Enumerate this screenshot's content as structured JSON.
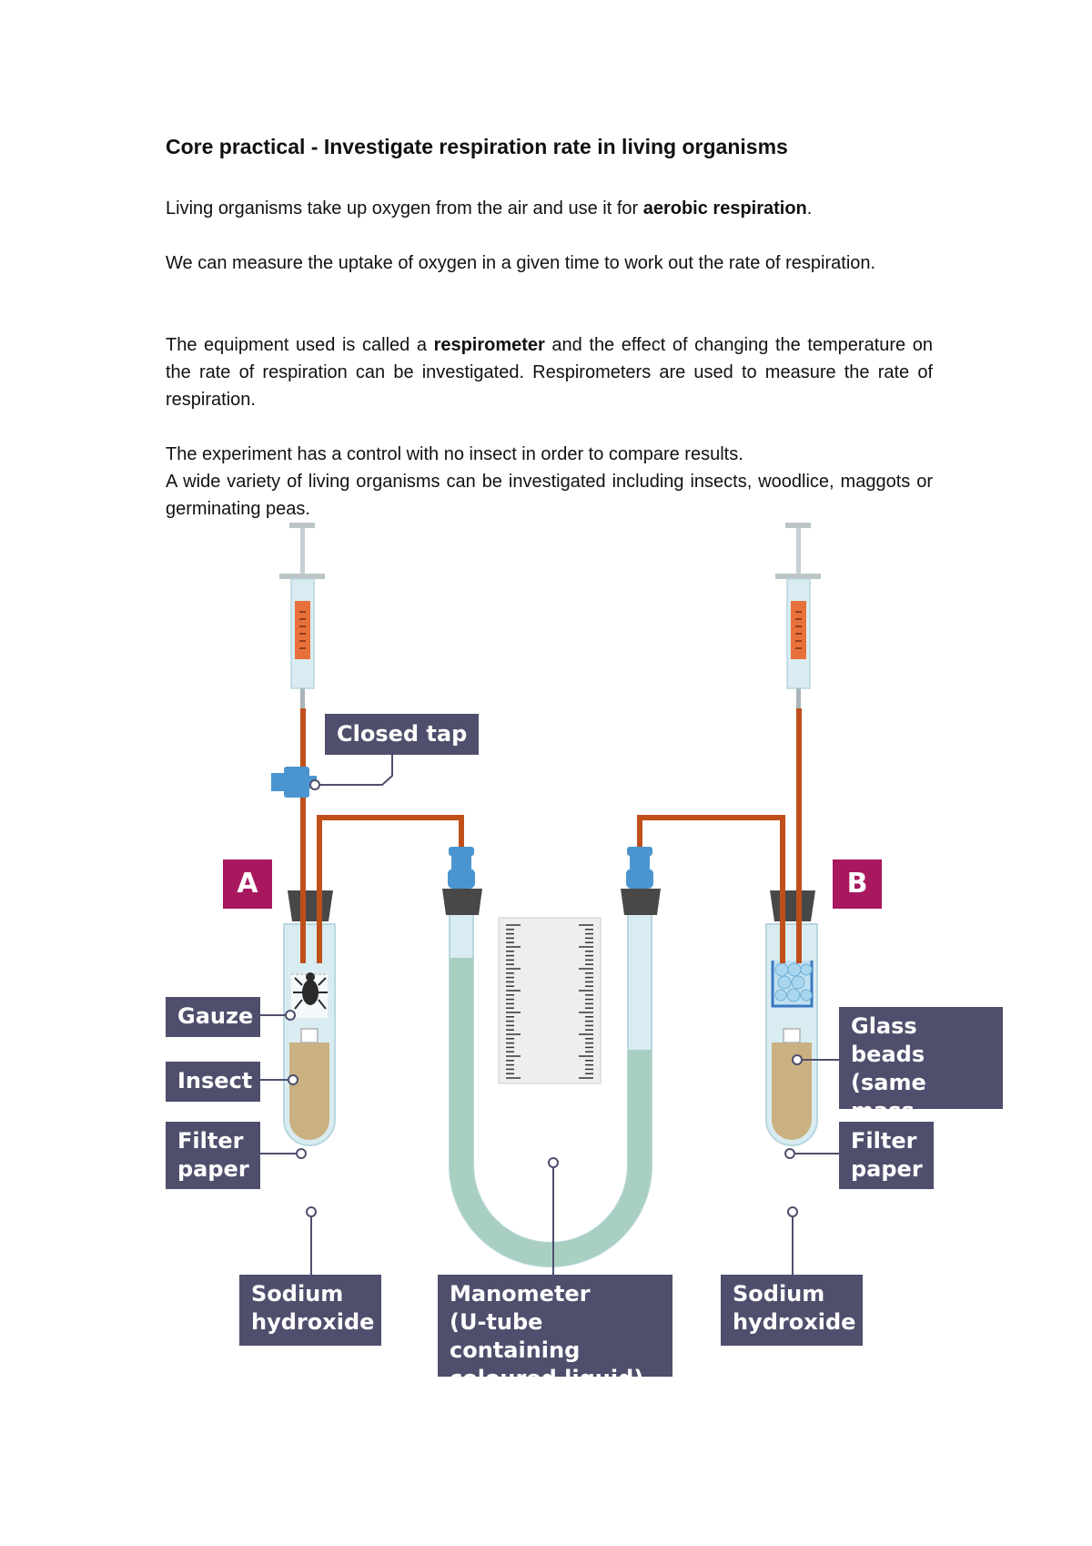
{
  "document": {
    "title": "Core practical - Investigate respiration rate in living organisms",
    "p1": {
      "before": "Living organisms take up oxygen from the air and use it for ",
      "bold": "aerobic respiration",
      "after": "."
    },
    "p2": "We can measure the uptake of oxygen in a given time to work out the rate of respiration.",
    "p3": {
      "before": "The equipment used is called a ",
      "bold": "respirometer",
      "after": " and the effect of changing the temperature on the rate of respiration can be investigated. Respirometers are used to measure the rate of respiration."
    },
    "p4": "The experiment has a control with no insect in order to compare results.",
    "p5": "A wide variety of living organisms can be investigated including insects, woodlice, maggots or germinating peas."
  },
  "diagram": {
    "tube_a_tag": "A",
    "tube_b_tag": "B",
    "labels": {
      "closed_tap": "Closed tap",
      "gauze": "Gauze",
      "insect": "Insect",
      "filter_paper_a": "Filter\npaper",
      "sodium_hydroxide_a": "Sodium\nhydroxide",
      "manometer": "Manometer\n(U-tube containing\ncoloured liquid)",
      "glass_beads": "Glass beads\n(same mass\nas insect)",
      "filter_paper_b": "Filter\npaper",
      "sodium_hydroxide_b": "Sodium\nhydroxide"
    },
    "colors": {
      "label_bg": "#4f4f6d",
      "tag_bg": "#a8185f",
      "delivery_tube": "#c0501a",
      "syringe_plunger": "#e8703a",
      "tap_and_bungs_blue": "#4a95cf",
      "glass": "#d9ecf1",
      "manometer_liquid": "#a9cfc2",
      "sodium_hydroxide": "#c9ae7a"
    }
  }
}
